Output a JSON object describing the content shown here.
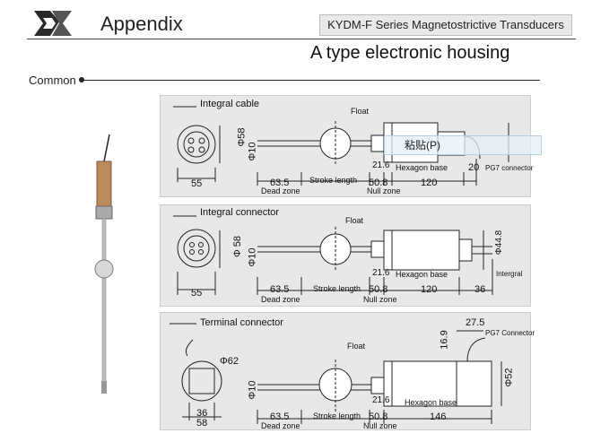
{
  "header": {
    "title": "Appendix",
    "series": "KYDM-F Series Magnetostrictive Transducers"
  },
  "subtitle": "A type electronic housing",
  "section_label": "Common",
  "panels": [
    {
      "title": "Integral cable",
      "labels": {
        "phi58": "Φ58",
        "w55": "55",
        "float": "Float",
        "phi10": "Φ10",
        "d63_5": "63.5",
        "dead_zone": "Dead zone",
        "stroke": "Stroke length",
        "d21_6": "21.6",
        "d50_8": "50.8",
        "null_zone": "Null zone",
        "hexagon": "Hexagon base",
        "d120": "120",
        "d20": "20",
        "pg7": "PG7 connector"
      }
    },
    {
      "title": "Integral connector",
      "labels": {
        "phi58": "Φ 58",
        "w55": "55",
        "float": "Float",
        "phi10": "Φ10",
        "d63_5": "63.5",
        "dead_zone": "Dead zone",
        "stroke": "Stroke length",
        "d21_6": "21.6",
        "d50_8": "50.8",
        "null_zone": "Null zone",
        "hexagon": "Hexagon base",
        "d120": "120",
        "d36": "36",
        "phi44": "Φ44.8",
        "intergral": "Intergral"
      }
    },
    {
      "title": "Terminal connector",
      "labels": {
        "phi62": "Φ62",
        "w36": "36",
        "w58": "58",
        "float": "Float",
        "phi10": "Φ10",
        "d63_5": "63.5",
        "dead_zone": "Dead zone",
        "stroke": "Stroke length",
        "d21_6": "21.6",
        "d50_8": "50.8",
        "null_zone": "Null zone",
        "hexagon": "Hexagon base",
        "d146": "146",
        "d16_9": "16.9",
        "d27_5": "27.5",
        "pg7": "PG7 Connector",
        "phi52": "Φ52"
      }
    }
  ],
  "tooltip": "粘贴(P)"
}
